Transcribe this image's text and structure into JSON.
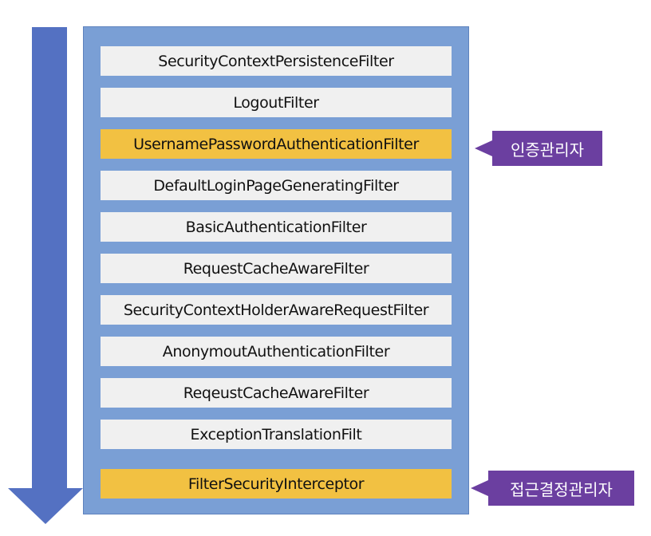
{
  "filters": [
    "SecurityContextPersistenceFilter",
    "LogoutFilter",
    "UsernamePasswordAuthenticationFilter",
    "DefaultLoginPageGeneratingFilter",
    "BasicAuthenticationFilter",
    "RequestCacheAwareFilter",
    "SecurityContextHolderAwareRequestFilter",
    "AnonymoutAuthenticationFilter",
    "ReqeustCacheAwareFilter",
    "ExceptionTranslationFilt",
    "FilterSecurityInterceptor"
  ],
  "callouts": {
    "authentication": "인증관리자",
    "authorization": "접근결정관리자"
  },
  "colors": {
    "arrow": "#5471c2",
    "panel": "#7a9fd5",
    "filter_box": "#f0f0f0",
    "highlight": "#f2c142",
    "callout": "#6b3fa0"
  }
}
